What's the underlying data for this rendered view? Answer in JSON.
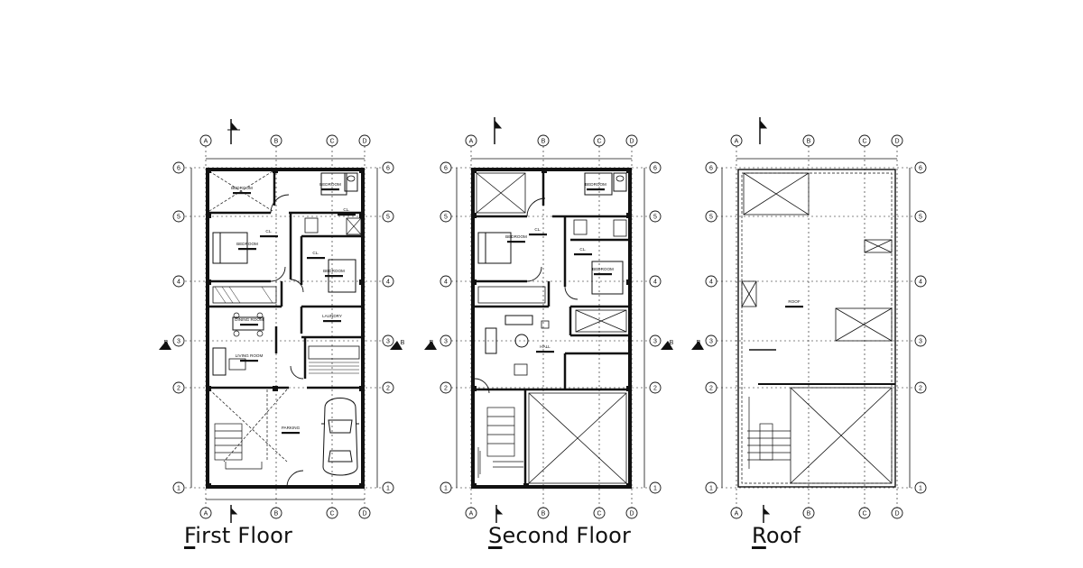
{
  "colors": {
    "ink": "#111111",
    "paper": "#ffffff",
    "hatch": "#333333"
  },
  "grid": {
    "cols": [
      "A",
      "B",
      "C",
      "D"
    ],
    "rows": [
      "1",
      "2",
      "3",
      "4",
      "5",
      "6"
    ],
    "section_mark": "B"
  },
  "plans": [
    {
      "id": "first",
      "title_initial": "F",
      "title_rest": "irst Floor",
      "rooms": [
        {
          "key": "bedroom-1",
          "label": "BEDROOM"
        },
        {
          "key": "bedroom-2",
          "label": "BEDROOM"
        },
        {
          "key": "bedroom-3",
          "label": "BEDROOM"
        },
        {
          "key": "bedroom-4",
          "label": "BEDROOM"
        },
        {
          "key": "closet-1",
          "label": "CL."
        },
        {
          "key": "closet-2",
          "label": "CL."
        },
        {
          "key": "closet-3",
          "label": "CL."
        },
        {
          "key": "dining",
          "label": "DINING ROOM"
        },
        {
          "key": "living",
          "label": "LIVING ROOM"
        },
        {
          "key": "laundry",
          "label": "LAUNDRY"
        },
        {
          "key": "parking",
          "label": "PARKING"
        }
      ]
    },
    {
      "id": "second",
      "title_initial": "S",
      "title_rest": "econd Floor",
      "rooms": [
        {
          "key": "bedroom-1",
          "label": "BEDROOM"
        },
        {
          "key": "bedroom-2",
          "label": "BEDROOM"
        },
        {
          "key": "bedroom-3",
          "label": "BEDROOM"
        },
        {
          "key": "closet-1",
          "label": "CL."
        },
        {
          "key": "closet-2",
          "label": "CL."
        },
        {
          "key": "hall",
          "label": "HALL"
        }
      ]
    },
    {
      "id": "roof",
      "title_initial": "R",
      "title_rest": "oof",
      "rooms": [
        {
          "key": "roof",
          "label": "ROOF"
        }
      ]
    }
  ]
}
